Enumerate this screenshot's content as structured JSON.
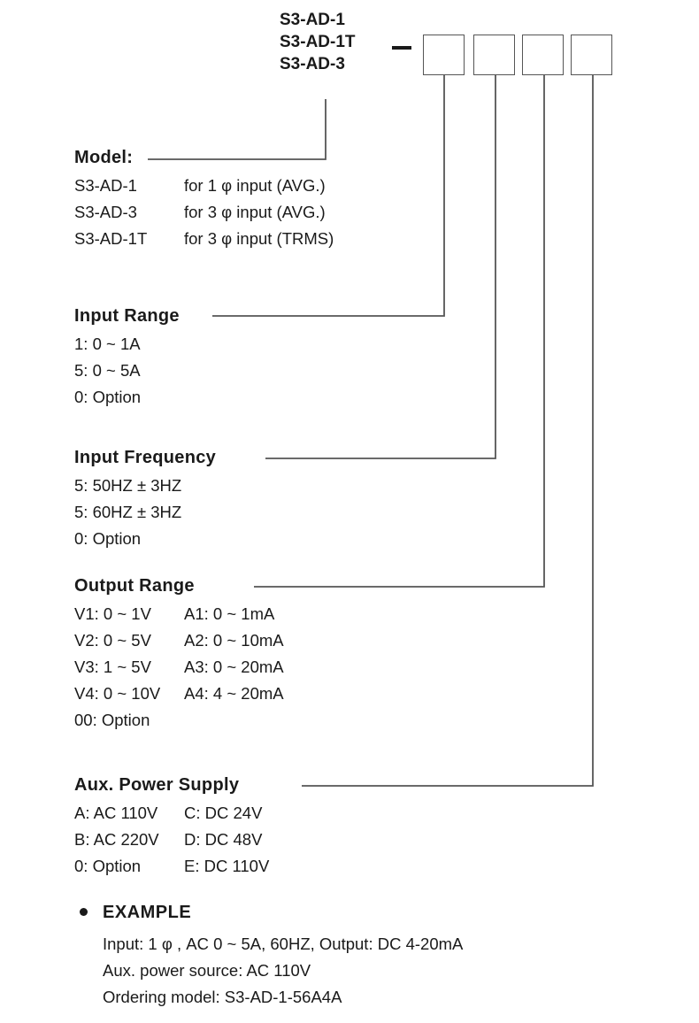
{
  "header": {
    "model_codes": [
      "S3-AD-1",
      "S3-AD-1T",
      "S3-AD-3"
    ],
    "separator_dash": "—",
    "code_boxes": [
      "",
      "",
      "",
      ""
    ]
  },
  "sections": [
    {
      "key": "model",
      "title": "Model:",
      "rows": [
        {
          "code": "S3-AD-1",
          "desc": "for 1 φ  input (AVG.)"
        },
        {
          "code": "S3-AD-3",
          "desc": "for 3 φ input (AVG.)"
        },
        {
          "code": "S3-AD-1T",
          "desc": "for 3 φ input (TRMS)"
        }
      ]
    },
    {
      "key": "input_range",
      "title": "Input  Range",
      "rows": [
        {
          "code": "1: 0 ~ 1A",
          "desc": ""
        },
        {
          "code": "5: 0 ~ 5A",
          "desc": ""
        },
        {
          "code": "0: Option",
          "desc": ""
        }
      ]
    },
    {
      "key": "input_frequency",
      "title": "Input  Frequency",
      "rows": [
        {
          "code": "5: 50HZ ± 3HZ",
          "desc": ""
        },
        {
          "code": "5: 60HZ ± 3HZ",
          "desc": ""
        },
        {
          "code": "0: Option",
          "desc": ""
        }
      ]
    },
    {
      "key": "output_range",
      "title": "Output  Range",
      "rows": [
        {
          "code": "V1: 0 ~ 1V",
          "desc": "A1: 0 ~ 1mA"
        },
        {
          "code": "V2: 0 ~ 5V",
          "desc": "A2: 0 ~ 10mA"
        },
        {
          "code": "V3: 1 ~ 5V",
          "desc": "A3: 0 ~ 20mA"
        },
        {
          "code": "V4: 0 ~ 10V",
          "desc": "A4: 4 ~ 20mA"
        },
        {
          "code": "00: Option",
          "desc": ""
        }
      ]
    },
    {
      "key": "aux_power_supply",
      "title": "Aux.  Power  Supply",
      "rows": [
        {
          "code": "A: AC 110V",
          "desc": "C: DC  24V"
        },
        {
          "code": "B: AC 220V",
          "desc": "D: DC  48V"
        },
        {
          "code": "0: Option",
          "desc": "E: DC 110V"
        }
      ]
    }
  ],
  "example": {
    "heading": "EXAMPLE",
    "lines": [
      "Input: 1 φ ,  AC  0 ~ 5A, 60HZ,  Output: DC 4-20mA",
      "Aux. power source: AC 110V",
      "Ordering  model: S3-AD-1-56A4A"
    ]
  },
  "style": {
    "line_color": "#555555",
    "text_color": "#1a1a1a",
    "background": "#ffffff"
  }
}
